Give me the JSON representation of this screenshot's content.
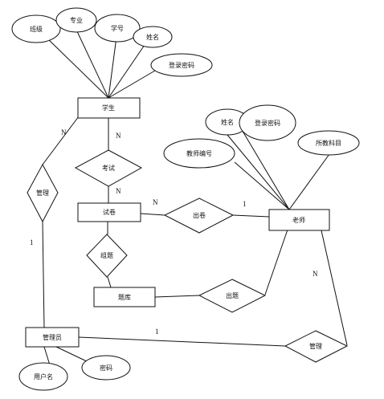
{
  "entities": {
    "student": "学生",
    "exam_paper": "试卷",
    "teacher": "老师",
    "question_bank": "题库",
    "admin": "管理员"
  },
  "relationships": {
    "manage_student": "管理",
    "take_exam": "考试",
    "compose": "组题",
    "set_paper": "出卷",
    "set_question": "出题",
    "manage_teacher": "管理"
  },
  "attributes": {
    "class": "班级",
    "major": "专业",
    "student_id": "学号",
    "student_name": "姓名",
    "student_password": "登录密码",
    "teacher_name": "姓名",
    "teacher_password": "登录密码",
    "teacher_id": "教师编号",
    "subject": "所教科目",
    "username": "用户名",
    "admin_password": "密码"
  },
  "cardinalities": {
    "student_manage": "N",
    "student_exam": "N",
    "exam_paper": "N",
    "paper_setpaper": "N",
    "setpaper_teacher": "1",
    "manage_admin": "1",
    "admin_manage2": "1",
    "teacher_manage2": "N"
  }
}
